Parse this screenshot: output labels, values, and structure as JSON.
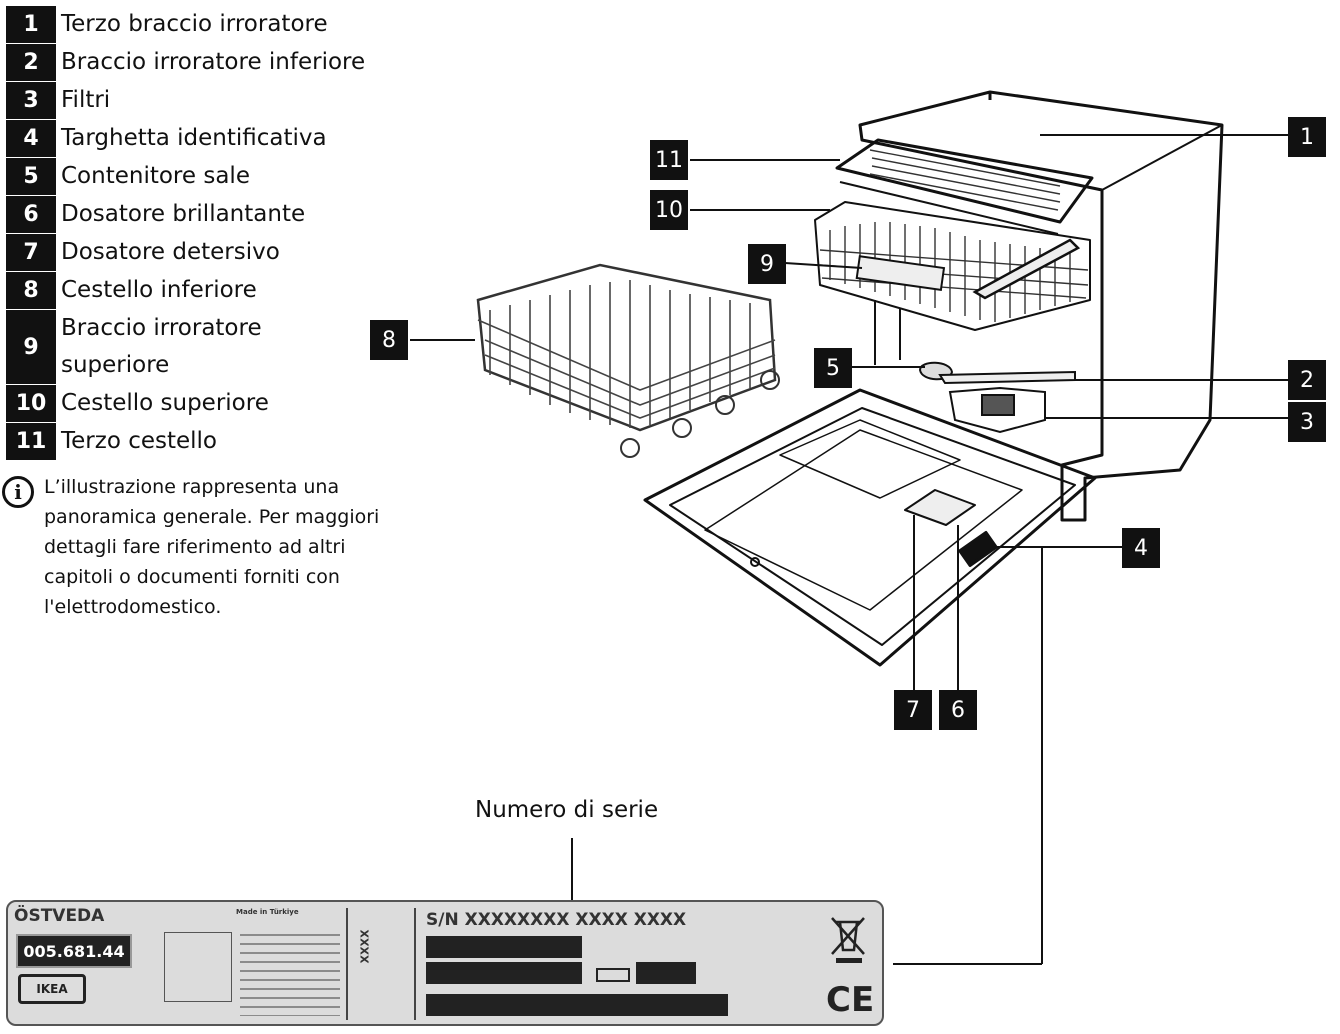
{
  "legend": [
    {
      "num": "1",
      "text": "Terzo braccio irroratore"
    },
    {
      "num": "2",
      "text": "Braccio irroratore inferiore"
    },
    {
      "num": "3",
      "text": "Filtri"
    },
    {
      "num": "4",
      "text": "Targhetta identificativa"
    },
    {
      "num": "5",
      "text": "Contenitore sale"
    },
    {
      "num": "6",
      "text": "Dosatore brillantante"
    },
    {
      "num": "7",
      "text": "Dosatore detersivo"
    },
    {
      "num": "8",
      "text": "Cestello inferiore"
    },
    {
      "num": "9",
      "text": "Braccio irroratore superiore"
    },
    {
      "num": "10",
      "text": "Cestello superiore"
    },
    {
      "num": "11",
      "text": "Terzo cestello"
    }
  ],
  "note": {
    "icon": "info-icon",
    "text": "L’illustrazione rappresenta una panoramica generale. Per maggiori dettagli fare riferimento ad altri capitoli o documenti forniti con l'elettrodomestico."
  },
  "callouts": {
    "c1": "1",
    "c2": "2",
    "c3": "3",
    "c4": "4",
    "c5": "5",
    "c6": "6",
    "c7": "7",
    "c8": "8",
    "c9": "9",
    "c10": "10",
    "c11": "11"
  },
  "serial_label": "Numero di serie",
  "rating_plate": {
    "brand": "ÖSTVEDA",
    "article_number": "005.681.44",
    "logo": "IKEA",
    "made_in": "Made in Türkiye",
    "serial": "S/N XXXXXXXX XXXX XXXX",
    "vertical_code": "XXXX",
    "ce_mark": "CE"
  }
}
